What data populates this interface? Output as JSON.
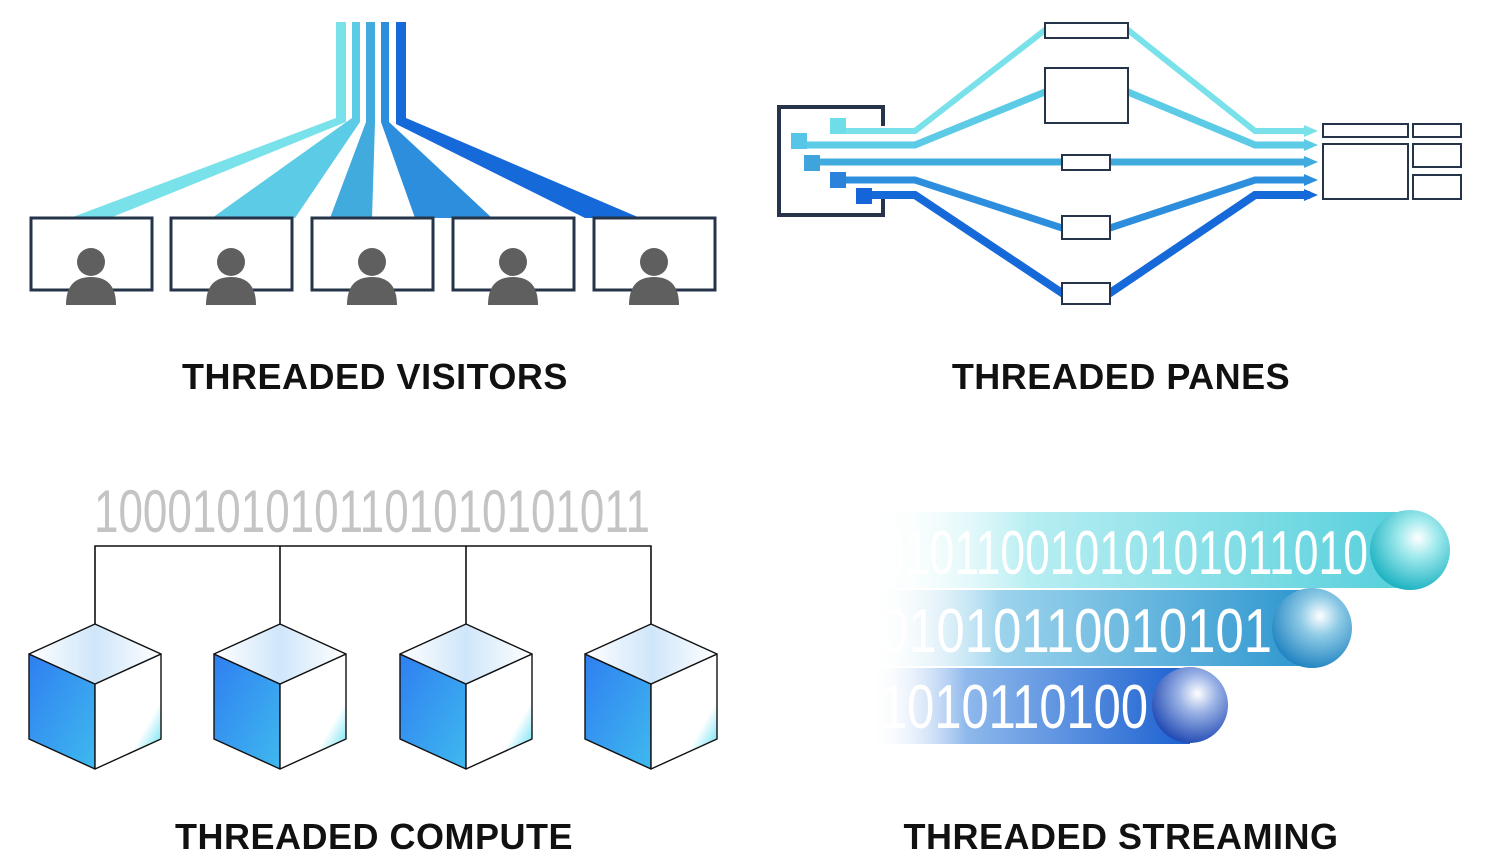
{
  "panels": [
    {
      "id": "visitors",
      "caption": "THREADED VISITORS"
    },
    {
      "id": "panes",
      "caption": "THREADED PANES"
    },
    {
      "id": "compute",
      "caption": "THREADED COMPUTE",
      "binary": "10001010101101010101011"
    },
    {
      "id": "streaming",
      "caption": "THREADED STREAMING",
      "streams": [
        "01011001010101011010",
        "01010110010101",
        "1010110100"
      ]
    }
  ],
  "colors": {
    "light": "#6fdde8",
    "mid1": "#57c6e6",
    "mid2": "#3fa3dc",
    "mid3": "#2b82db",
    "dark": "#1565d8",
    "frame": "#26344a",
    "person": "#5f5f5f",
    "binary_gray": "#c4c4c4"
  },
  "icons": [
    "monitor-icon",
    "person-icon",
    "cube-icon",
    "sphere-icon",
    "arrow-icon"
  ]
}
